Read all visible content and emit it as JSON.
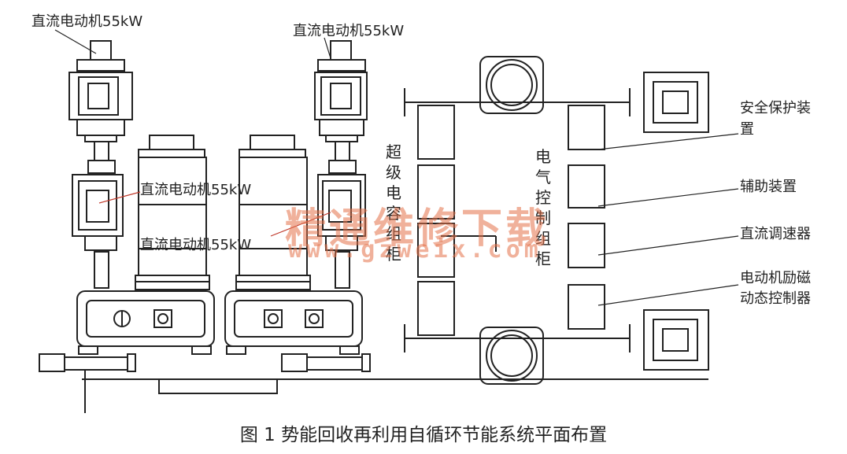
{
  "labels": {
    "motor_top_left": "直流电动机55kW",
    "motor_top_right": "直流电动机55kW",
    "motor_mid_left": "直流电动机55kW",
    "motor_mid_right": "直流电动机55kW",
    "supercap_cabinet": "超级电容组柜",
    "electric_control_cabinet": "电气控制组柜",
    "safety_device": "安全保护装",
    "safety_device_2": "置",
    "aux_device": "辅助装置",
    "dc_speed_regulator": "直流调速器",
    "exciter_1": "电动机励磁",
    "exciter_2": "动态控制器"
  },
  "watermark": {
    "line1": "精通维修下载",
    "line2": "www.gzweix.com"
  },
  "caption": "图 1   势能回收再利用自循环节能系统平面布置",
  "colors": {
    "line": "#222222",
    "watermark": "#e5724a",
    "leader": "#c0392b"
  }
}
